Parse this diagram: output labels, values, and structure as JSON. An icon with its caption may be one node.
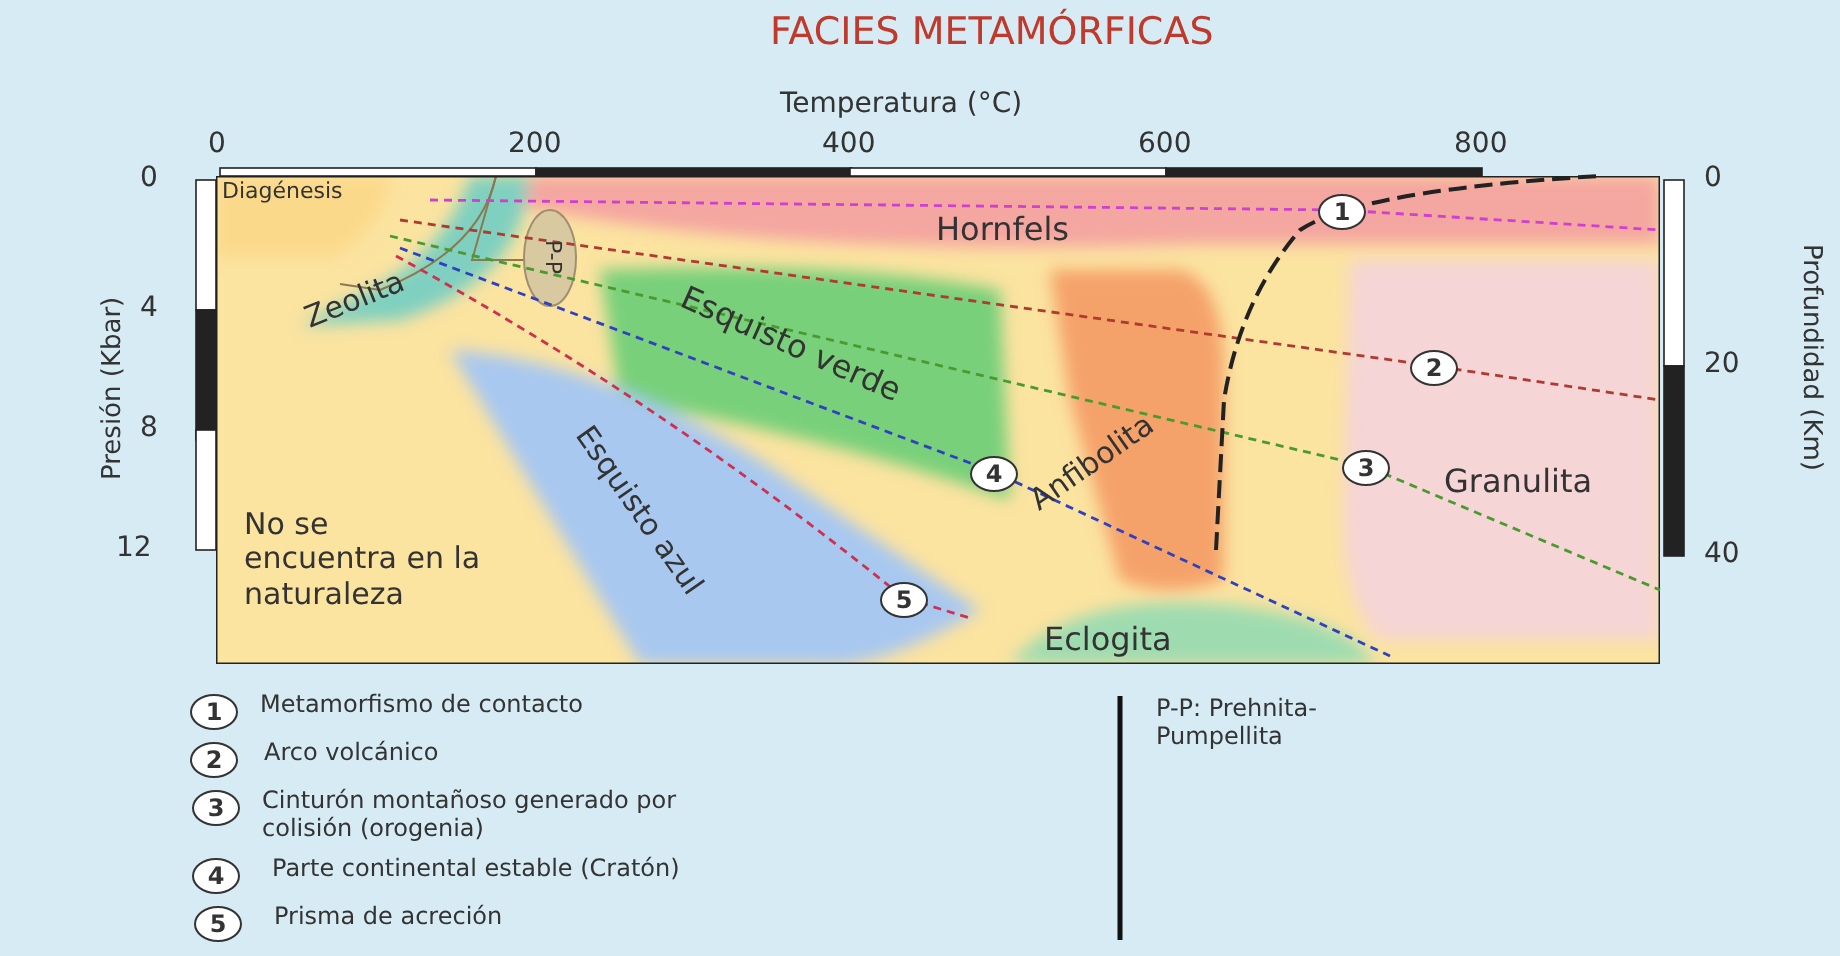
{
  "diagram": {
    "title": "FACIES METAMÓRFICAS",
    "labels": [
      "Temperatura (°C)",
      "0",
      "200",
      "400",
      "600",
      "800",
      "Presión (Kbar)",
      "0",
      "4",
      "8",
      "12",
      "Profundidad (Km)",
      "0",
      "20",
      "40",
      "Diagénesis",
      "Hornfels",
      "Zeolita",
      "P-P",
      "Esquisto verde",
      "Anfibolita",
      "Granulita",
      "Esquisto azul",
      "No se encuentra en la naturaleza",
      "Eclogita",
      "1",
      "2",
      "4",
      "3",
      "5",
      "1",
      "2",
      "3",
      "4",
      "5",
      "P-P: Prehnita-Pumpellita"
    ],
    "legend": [
      {
        "text": "Metamorfismo de contacto"
      },
      {
        "text": "Arco volcánico"
      },
      {
        "text": "Cinturón montañoso generado por colisión (orogenia)"
      },
      {
        "text": "Parte continental estable (Cratón)"
      },
      {
        "text": "Prisma de acreción"
      }
    ]
  }
}
